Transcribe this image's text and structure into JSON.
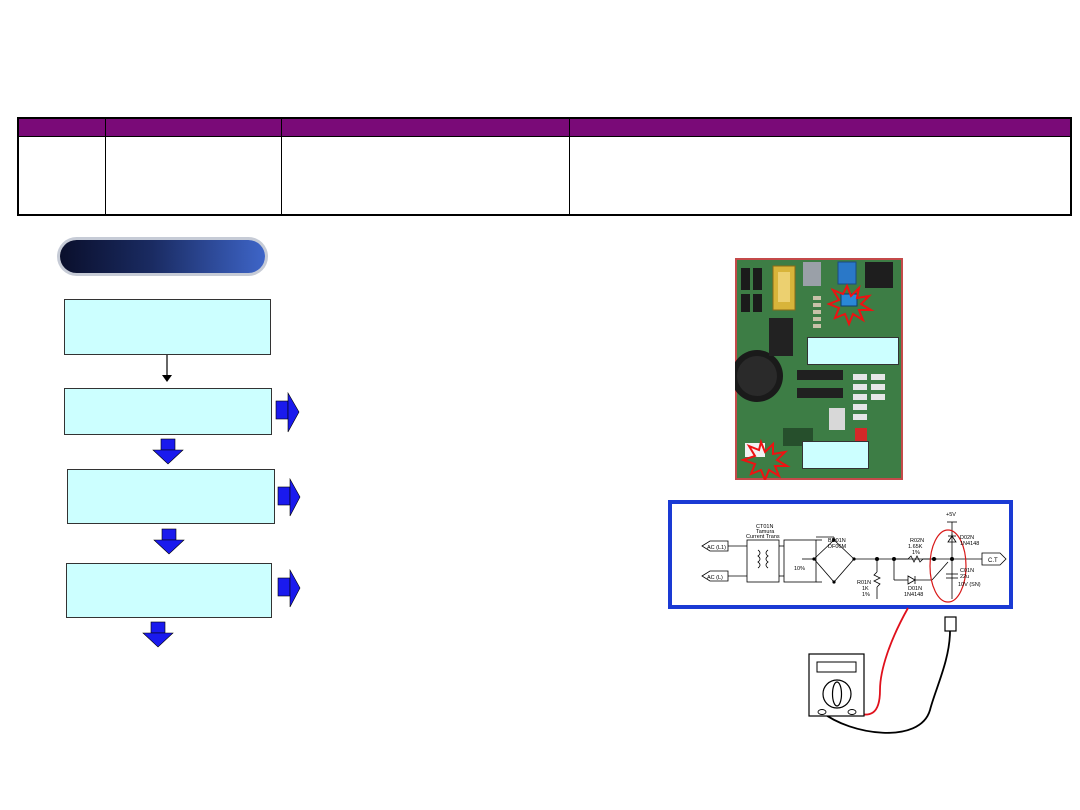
{
  "table": {
    "headers": [
      "",
      "",
      "",
      ""
    ],
    "cells": [
      "",
      "",
      "",
      ""
    ]
  },
  "section_badge": {
    "label": ""
  },
  "flow_steps": [
    {
      "text": ""
    },
    {
      "text": ""
    },
    {
      "text": ""
    },
    {
      "text": ""
    }
  ],
  "photo": {
    "label_top": "",
    "label_bottom": ""
  },
  "schematic": {
    "ac_input_1": "AC (L1)",
    "ac_input_2": "AC (L)",
    "transformer_label": "CT01N",
    "transformer_desc_1": "Tamura",
    "transformer_desc_2": "Current Trans",
    "bridge_label": "BD01N",
    "bridge_part": "DF06M",
    "r_ratio": "10%",
    "r01n": "R01N",
    "r01n_value": "1K",
    "r01n_tol": "1%",
    "r02n": "R02N",
    "r02n_value": "1.65K",
    "r02n_tol": "1%",
    "d01n": "D01N",
    "d01n_part": "1N4148",
    "d02n": "D02N",
    "d02n_part": "1N4148",
    "supply": "+5V",
    "c01n": "C01N",
    "c01n_value": "22u",
    "c01n_rating": "10V (SN)",
    "output": "C.T"
  },
  "colors": {
    "table_header": "#7a0a78",
    "flow_box_fill": "#ccffff",
    "arrow_blue": "#1a1aee",
    "schematic_border": "#1a3ad4",
    "probe_red": "#e0101c"
  }
}
